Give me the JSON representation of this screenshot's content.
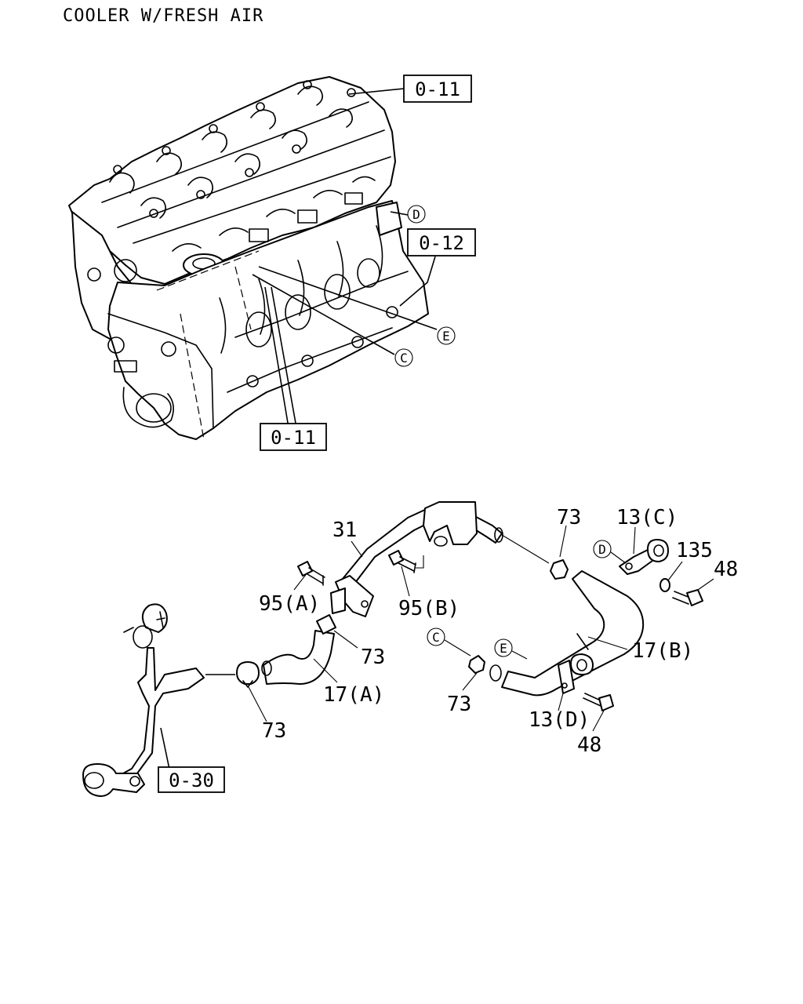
{
  "title": "COOLER W/FRESH AIR",
  "refs": {
    "ref_top": "0-11",
    "ref_mid": "0-12",
    "ref_bottom": "0-11",
    "ref_pipe": "0-30"
  },
  "circle_markers": {
    "d_engine": "D",
    "e_engine": "E",
    "c_engine": "C",
    "d_bracket": "D",
    "c_clip": "C",
    "e_hose": "E"
  },
  "callouts": {
    "part_31": "31",
    "part_73_top": "73",
    "part_13c": "13(C)",
    "part_135": "135",
    "part_48_top": "48",
    "part_95a": "95(A)",
    "part_95b": "95(B)",
    "part_73_mid": "73",
    "part_17b": "17(B)",
    "part_17a": "17(A)",
    "part_73_left": "73",
    "part_73_lower": "73",
    "part_13d": "13(D)",
    "part_48_bottom": "48"
  }
}
